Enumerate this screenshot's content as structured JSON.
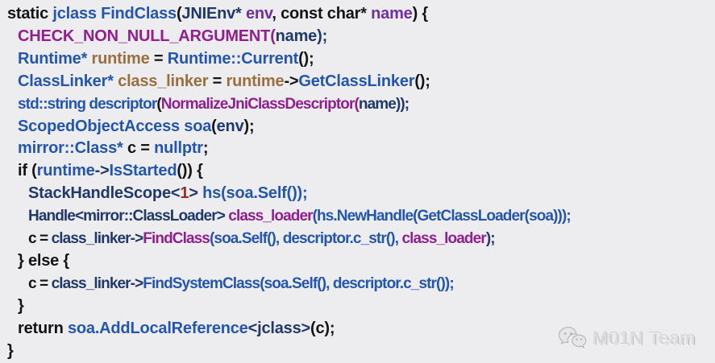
{
  "palette": {
    "background": "#EDECEF",
    "black": "#141414",
    "blue": "#2356AC",
    "navy": "#21386B",
    "purple": "#7030A0",
    "magenta": "#91208F",
    "brown": "#9A6F3F",
    "maroon": "#943028",
    "watermark_gray": "#DCDBDE"
  },
  "code": {
    "language": "cpp",
    "lines": [
      {
        "indent": 0,
        "condensed": false,
        "tokens": [
          [
            "k",
            "static "
          ],
          [
            "b",
            "jclass "
          ],
          [
            "b",
            "FindClass"
          ],
          [
            "k",
            "("
          ],
          [
            "n",
            "JNIEnv* "
          ],
          [
            "p",
            "env"
          ],
          [
            "k",
            ", const char* "
          ],
          [
            "p",
            "name"
          ],
          [
            "k",
            ") {"
          ]
        ]
      },
      {
        "indent": 1,
        "condensed": false,
        "tokens": [
          [
            "m",
            "CHECK_NON_NULL_ARGUMENT("
          ],
          [
            "n",
            "name"
          ],
          [
            "n",
            ");"
          ]
        ]
      },
      {
        "indent": 1,
        "condensed": false,
        "tokens": [
          [
            "b",
            "Runtime* "
          ],
          [
            "br",
            "runtime"
          ],
          [
            "k",
            " = "
          ],
          [
            "b",
            "Runtime::Current"
          ],
          [
            "k",
            "();"
          ]
        ]
      },
      {
        "indent": 1,
        "condensed": false,
        "tokens": [
          [
            "b",
            "ClassLinker* "
          ],
          [
            "br",
            "class_linker"
          ],
          [
            "k",
            " = "
          ],
          [
            "br",
            "runtime"
          ],
          [
            "k",
            "->"
          ],
          [
            "b",
            "GetClassLinker"
          ],
          [
            "k",
            "();"
          ]
        ]
      },
      {
        "indent": 1,
        "condensed": true,
        "tokens": [
          [
            "b",
            "std::string descriptor"
          ],
          [
            "k",
            "("
          ],
          [
            "m",
            "NormalizeJniClassDescriptor("
          ],
          [
            "n",
            "name"
          ],
          [
            "n",
            "));"
          ]
        ]
      },
      {
        "indent": 1,
        "condensed": false,
        "tokens": [
          [
            "b",
            "ScopedObjectAccess soa"
          ],
          [
            "k",
            "("
          ],
          [
            "n",
            "env"
          ],
          [
            "k",
            ");"
          ]
        ]
      },
      {
        "indent": 1,
        "condensed": false,
        "tokens": [
          [
            "b",
            "mirror::Class* "
          ],
          [
            "k",
            "c"
          ],
          [
            "k",
            " = "
          ],
          [
            "b",
            "nullptr"
          ],
          [
            "k",
            ";"
          ]
        ]
      },
      {
        "indent": 1,
        "condensed": false,
        "tokens": [
          [
            "k",
            "if ("
          ],
          [
            "b",
            "runtime"
          ],
          [
            "n",
            "->"
          ],
          [
            "b",
            "IsStarted"
          ],
          [
            "k",
            "()) {"
          ]
        ]
      },
      {
        "indent": 2,
        "condensed": false,
        "tokens": [
          [
            "n",
            "StackHandleScope<"
          ],
          [
            "mr",
            "1"
          ],
          [
            "n",
            ">"
          ],
          [
            "k",
            " "
          ],
          [
            "b",
            "hs(soa.Self());"
          ]
        ]
      },
      {
        "indent": 2,
        "condensed": true,
        "tokens": [
          [
            "n",
            "Handle<mirror::ClassLoader> "
          ],
          [
            "m",
            "class_loader"
          ],
          [
            "b",
            "(hs.NewHandle(GetClassLoader(soa)));"
          ]
        ]
      },
      {
        "indent": 2,
        "condensed": true,
        "tokens": [
          [
            "k",
            "c"
          ],
          [
            "k",
            " = "
          ],
          [
            "n",
            "class_linker"
          ],
          [
            "n",
            "->"
          ],
          [
            "m",
            "FindClass"
          ],
          [
            "b",
            "(soa.Self(), descriptor.c_str(), "
          ],
          [
            "m",
            "class_loader"
          ],
          [
            "n",
            ");"
          ]
        ]
      },
      {
        "indent": 1,
        "condensed": false,
        "tokens": [
          [
            "k",
            "} else {"
          ]
        ]
      },
      {
        "indent": 2,
        "condensed": true,
        "tokens": [
          [
            "k",
            "c"
          ],
          [
            "k",
            " = "
          ],
          [
            "n",
            "class_linker"
          ],
          [
            "n",
            "->"
          ],
          [
            "b",
            "FindSystemClass"
          ],
          [
            "b",
            "(soa.Self(), descriptor.c_str());"
          ]
        ]
      },
      {
        "indent": 1,
        "condensed": false,
        "tokens": [
          [
            "k",
            "}"
          ]
        ]
      },
      {
        "indent": 1,
        "condensed": false,
        "tokens": [
          [
            "k",
            "return "
          ],
          [
            "b",
            "soa.AddLocalReference"
          ],
          [
            "n",
            "<jclass>"
          ],
          [
            "k",
            "(c);"
          ]
        ]
      },
      {
        "indent": 0,
        "condensed": false,
        "tokens": [
          [
            "k",
            "}"
          ]
        ]
      }
    ]
  },
  "watermark": {
    "icon": "wechat-icon",
    "label": "M01N Team"
  }
}
